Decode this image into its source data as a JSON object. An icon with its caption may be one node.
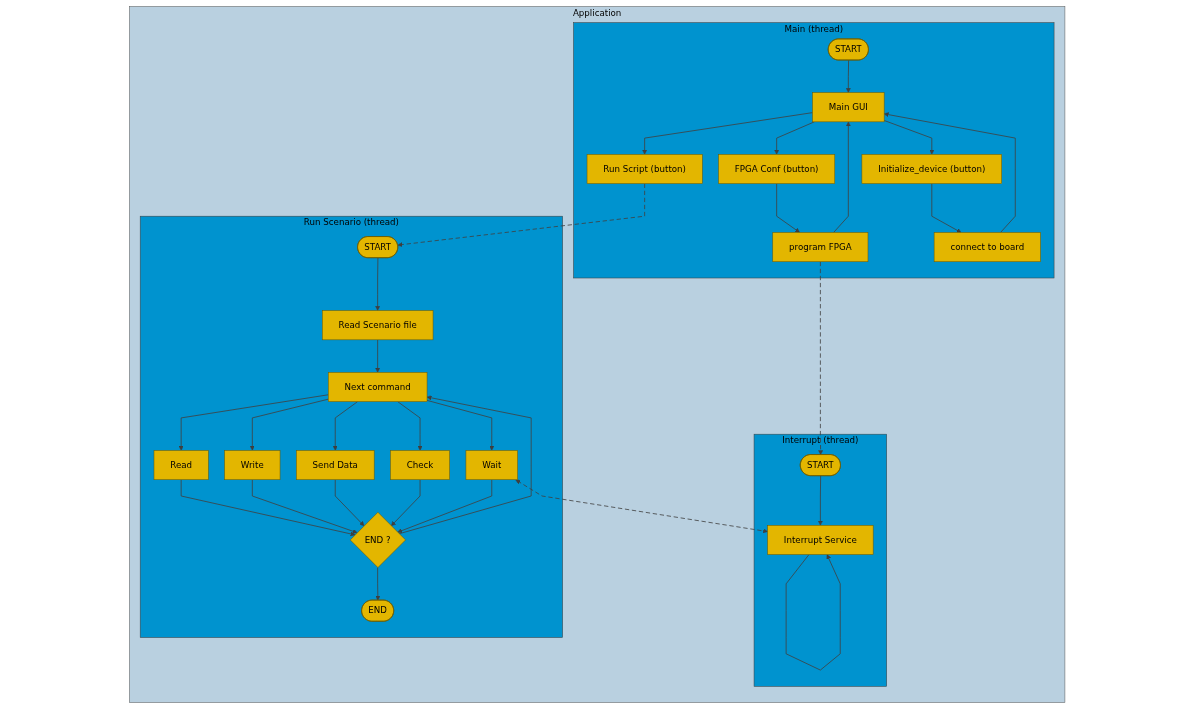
{
  "diagram": {
    "nodes": [
      {
        "text": [
          "Application"
        ]
      },
      {
        "text": [
          "Run Scenario (thread)"
        ],
        "in": 0
      },
      {
        "text": [
          "START"
        ],
        "in": 1
      },
      {
        "text": [
          "Read Scenario file"
        ],
        "in": 1
      },
      {
        "text": [
          "Next command"
        ],
        "in": 1
      },
      {
        "text": [
          "Read"
        ],
        "in": 1
      },
      {
        "text": [
          "Send Data"
        ],
        "in": 1
      },
      {
        "text": [
          "Write"
        ],
        "in": 1
      },
      {
        "text": [
          "Check"
        ],
        "in": 1
      },
      {
        "text": [
          "Wait"
        ],
        "in": 1
      },
      {
        "text": [
          "END ?"
        ],
        "in": 1
      },
      {
        "text": [
          "END"
        ],
        "in": 1
      },
      {
        "text": [
          "Interrupt (thread)"
        ],
        "in": 0
      },
      {
        "text": [
          "START"
        ],
        "in": 12
      },
      {
        "text": [
          "Interrupt Service"
        ],
        "in": 12
      },
      {
        "text": [
          "Main (thread)"
        ],
        "in": 0
      },
      {
        "text": [
          "START"
        ],
        "in": 15
      },
      {
        "text": [
          "Run Script (button)"
        ],
        "in": 15
      },
      {
        "text": [
          "Main GUI"
        ],
        "in": 15
      },
      {
        "text": [
          "Initialize_device (button)"
        ],
        "in": 15
      },
      {
        "text": [
          "FPGA Conf (button)"
        ],
        "in": 15
      },
      {
        "text": [
          "connect to board"
        ],
        "in": 15
      },
      {
        "text": [
          "program FPGA"
        ],
        "in": 15
      }
    ],
    "edges": [
      {
        "from": 17,
        "to": 2,
        "arrow": "to",
        "style": "dashed"
      },
      {
        "from": 2,
        "to": 3,
        "arrow": "to"
      },
      {
        "from": 3,
        "to": 4,
        "arrow": "to"
      },
      {
        "from": 4,
        "to": 5,
        "arrow": "to"
      },
      {
        "from": 4,
        "to": 7,
        "arrow": "to"
      },
      {
        "from": 4,
        "to": 6,
        "arrow": "to"
      },
      {
        "from": 4,
        "to": 8,
        "arrow": "to"
      },
      {
        "from": 4,
        "to": 9,
        "arrow": "to"
      },
      {
        "from": 5,
        "to": 10,
        "arrow": "to"
      },
      {
        "from": 7,
        "to": 10,
        "arrow": "to"
      },
      {
        "from": 6,
        "to": 10,
        "arrow": "to"
      },
      {
        "from": 8,
        "to": 10,
        "arrow": "to"
      },
      {
        "from": 9,
        "to": 10,
        "arrow": "to"
      },
      {
        "from": 10,
        "to": 4,
        "arrow": "to"
      },
      {
        "from": 10,
        "to": 11,
        "arrow": "to"
      },
      {
        "from": 9,
        "to": 14,
        "arrow": "both",
        "style": "dashed"
      },
      {
        "from": 22,
        "to": 13,
        "arrow": "to",
        "style": "dashed"
      },
      {
        "from": 13,
        "to": 14,
        "arrow": "to"
      },
      {
        "from": 14,
        "to": 14,
        "arrow": "to"
      },
      {
        "from": 16,
        "to": 18,
        "arrow": "to"
      },
      {
        "from": 18,
        "to": 17,
        "arrow": "to"
      },
      {
        "from": 18,
        "to": 19,
        "arrow": "to"
      },
      {
        "from": 19,
        "to": 21,
        "arrow": "to"
      },
      {
        "from": 21,
        "to": 18,
        "arrow": "to"
      },
      {
        "from": 18,
        "to": 20,
        "arrow": "to"
      },
      {
        "from": 20,
        "to": 22,
        "arrow": "to"
      },
      {
        "from": 22,
        "to": 18,
        "arrow": "to"
      }
    ]
  }
}
